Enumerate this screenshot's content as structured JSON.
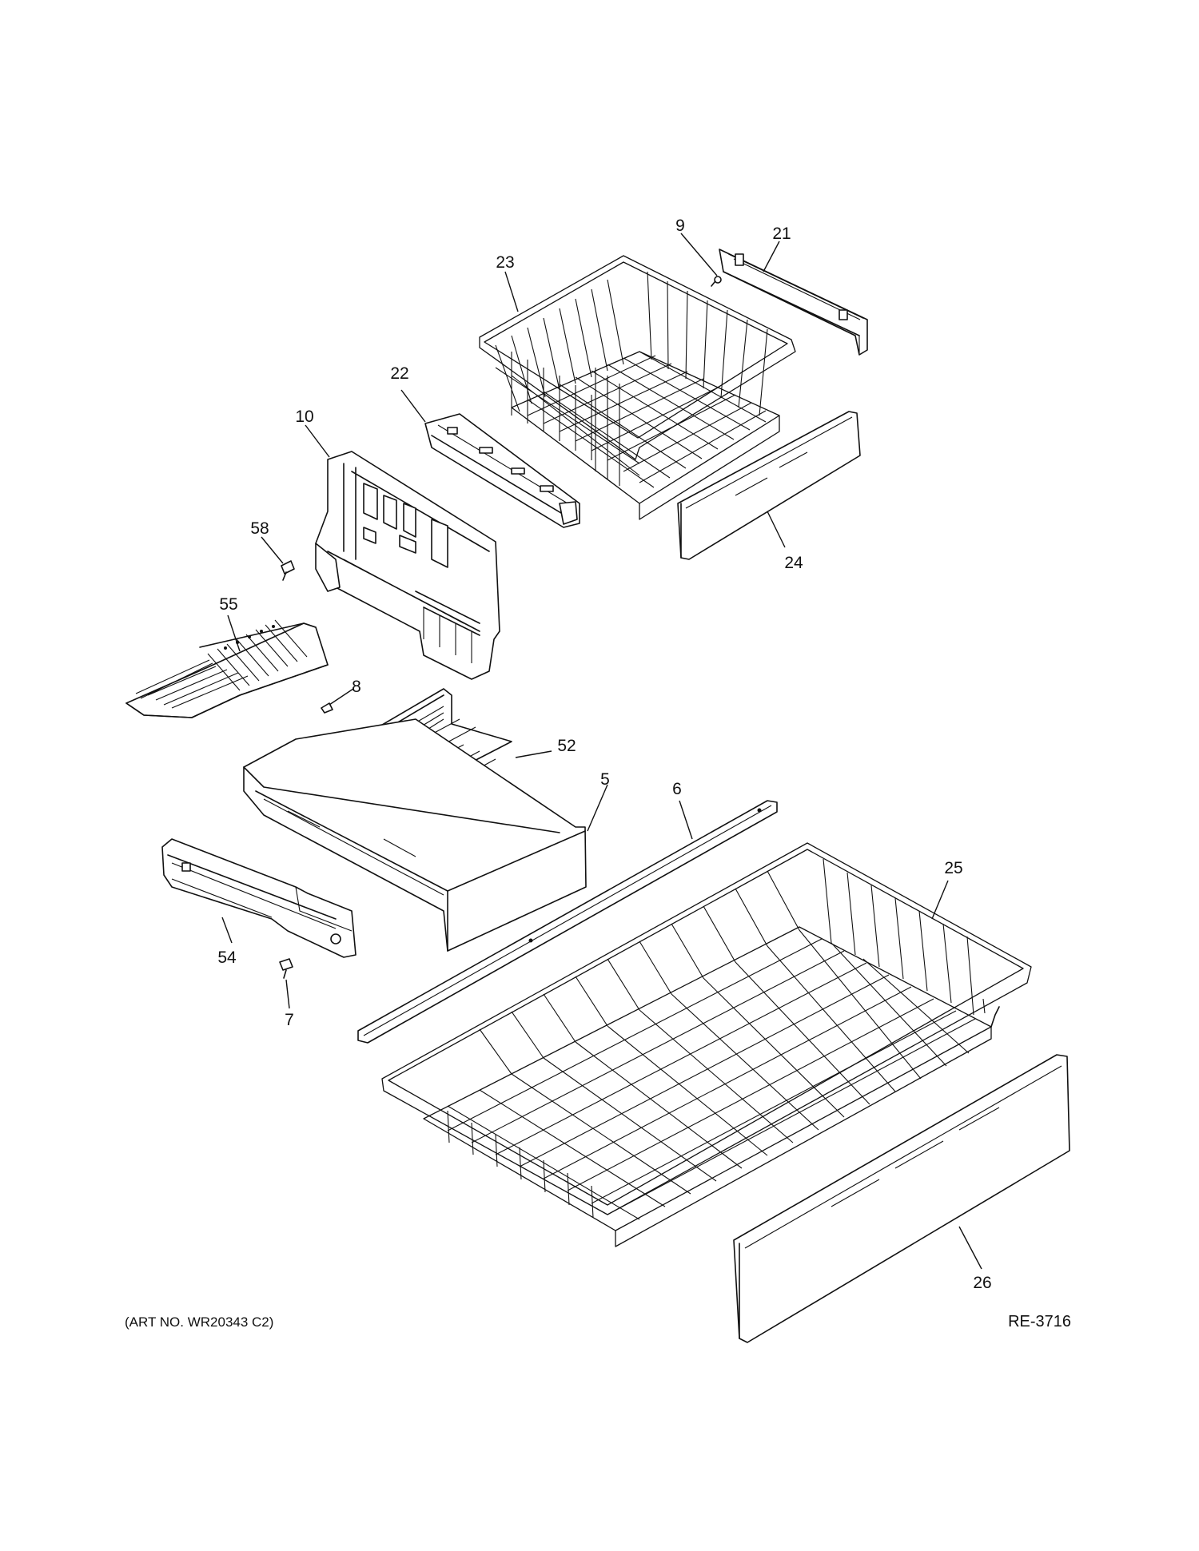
{
  "callouts": {
    "c9": "9",
    "c21": "21",
    "c23": "23",
    "c22": "22",
    "c10": "10",
    "c58": "58",
    "c24": "24",
    "c55": "55",
    "c8": "8",
    "c52": "52",
    "c5": "5",
    "c6": "6",
    "c25": "25",
    "c54": "54",
    "c7": "7",
    "c26": "26"
  },
  "footer": {
    "art_no": "(ART NO. WR20343 C2)",
    "ref": "RE-3716"
  }
}
